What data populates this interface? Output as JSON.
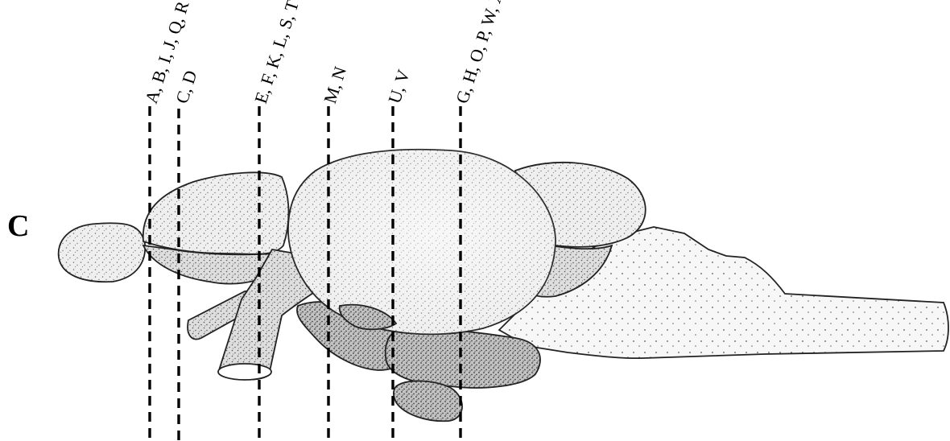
{
  "panel_label": "C",
  "section_lines": [
    {
      "id": "abijqr",
      "label": "A, B, I, J, Q, R"
    },
    {
      "id": "cd",
      "label": "C, D"
    },
    {
      "id": "efklst",
      "label": "E, F, K, L, S, T"
    },
    {
      "id": "mn",
      "label": "M, N"
    },
    {
      "id": "uv",
      "label": "U, V"
    },
    {
      "id": "ghopwx",
      "label": "G, H, O, P, W, X"
    }
  ],
  "colors": {
    "ink": "#000000",
    "outline": "#222222",
    "stipple": "#6b6b6b"
  }
}
